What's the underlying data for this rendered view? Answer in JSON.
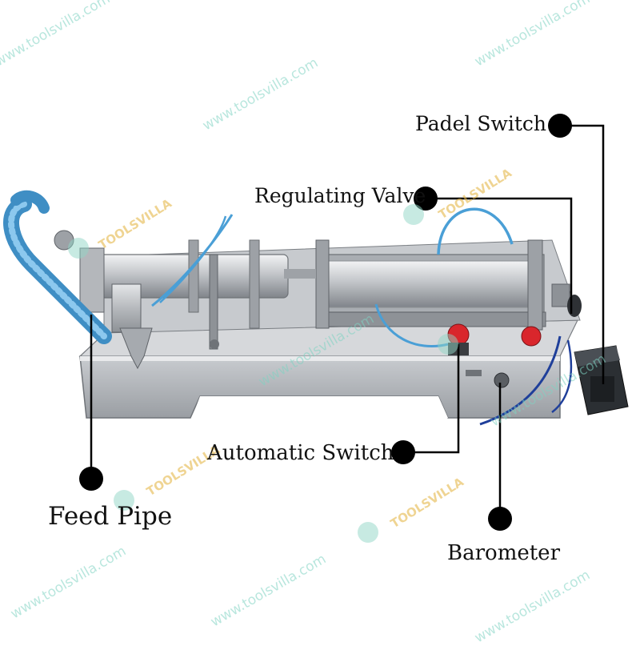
{
  "labels": {
    "padel_switch": "Padel Switch",
    "regulating_valve": "Regulating Valve",
    "automatic_switch": "Automatic Switch",
    "feed_pipe": "Feed Pipe",
    "barometer": "Barometer"
  },
  "watermark": {
    "url": "www.toolsvilla.com",
    "brand": "TOOLSVILLA"
  },
  "colors": {
    "steel": "#b9bcc0",
    "steel_dark": "#7d8186",
    "hose": "#4a9fd6",
    "button_red": "#d9262c",
    "pedal": "#2b2f33",
    "callout": "#000000",
    "watermark": "#7fd3c3"
  }
}
